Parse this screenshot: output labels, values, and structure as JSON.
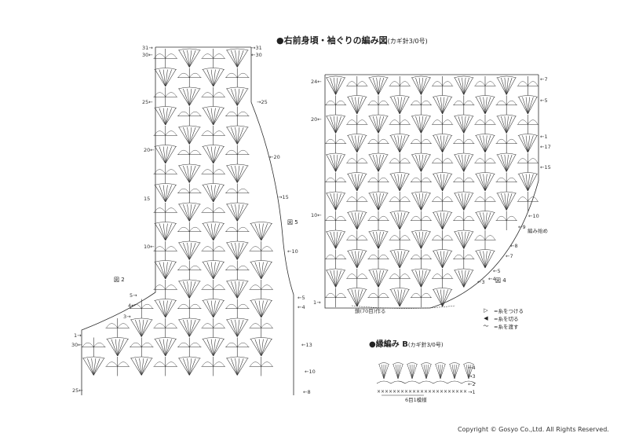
{
  "main_title": "●右前身頃・袖ぐりの編み図",
  "main_title_note": "(カギ針3/0号)",
  "left_chart": {
    "figure_label": "図 2",
    "left_row_numbers": [
      "31→",
      "30←",
      "25←",
      "20←",
      "15",
      "10←",
      "5→",
      "4←",
      "3→",
      "1→",
      "30←",
      "25←"
    ],
    "right_row_numbers": [
      "→31",
      "←30",
      "→25",
      "←20",
      "→15",
      "←10",
      "←5",
      "←4",
      "←13",
      "←10",
      "←8"
    ]
  },
  "right_chart": {
    "figure_label_top": "図 5",
    "figure_label_bottom": "図 4",
    "left_row_numbers": [
      "24←",
      "20←",
      "10←",
      "1→"
    ],
    "right_row_numbers": [
      "←7",
      "←5",
      "←1",
      "←17",
      "←15",
      "←10",
      "←9",
      "←8",
      "←7",
      "←5",
      "←4",
      "←3"
    ],
    "start_note": "編み始め",
    "foundation_note": "鎖(70目)作る"
  },
  "legend": [
    {
      "symbol_name": "join-thread-icon",
      "symbol": "▷",
      "text": "=糸をつける"
    },
    {
      "symbol_name": "cut-thread-icon",
      "symbol": "◀",
      "text": "=糸を切る"
    },
    {
      "symbol_name": "carry-thread-icon",
      "symbol": "〜",
      "text": "=糸を渡す"
    }
  ],
  "edging": {
    "title": "●縁編み B",
    "note": "(カギ針3/0号)",
    "row_labels": [
      "←4",
      "→3",
      "←2",
      "→1"
    ],
    "repeat_note": "6目1模様"
  },
  "copyright": "Copyright © Gosyo Co.,Ltd. All Rights Reserved."
}
